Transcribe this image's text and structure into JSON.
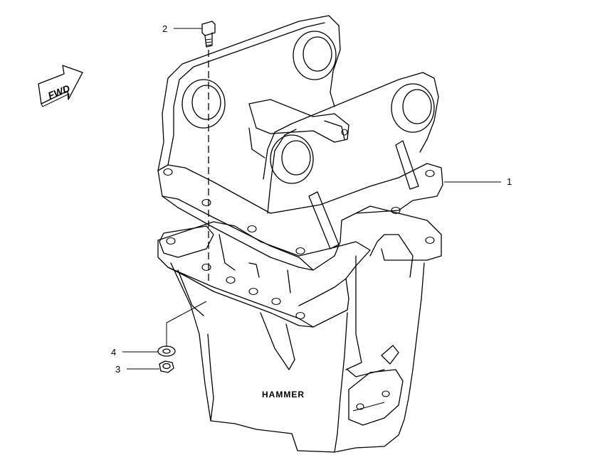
{
  "diagram": {
    "fwd_label": "FWD",
    "body_label": "HAMMER",
    "callouts": [
      {
        "id": "1",
        "label": "1"
      },
      {
        "id": "2",
        "label": "2"
      },
      {
        "id": "3",
        "label": "3"
      },
      {
        "id": "4",
        "label": "4"
      }
    ]
  }
}
